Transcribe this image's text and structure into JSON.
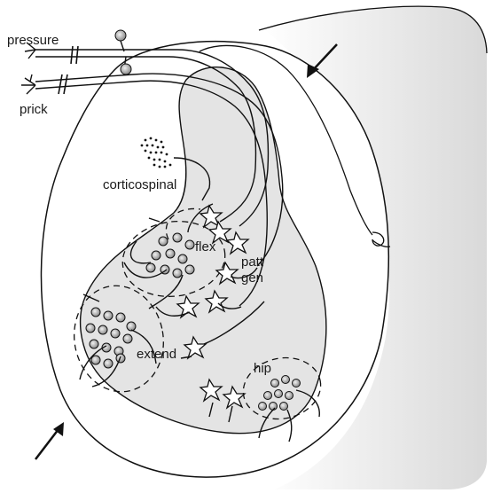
{
  "labels": {
    "pressure": "pressure",
    "prick": "prick",
    "corticospinal": "corticospinal",
    "flex": "flex",
    "patt": "patt",
    "gen": "gen",
    "extend": "extend",
    "hip": "hip"
  },
  "colors": {
    "line": "#111111",
    "gray_matter": "#e4e4e4",
    "neuron_fill": "#c8c8c8",
    "background": "#ffffff"
  },
  "icons": [
    "interneuron-star-icon",
    "motor-neuron-icon",
    "arrow-icon",
    "ganglion-cell-icon"
  ]
}
